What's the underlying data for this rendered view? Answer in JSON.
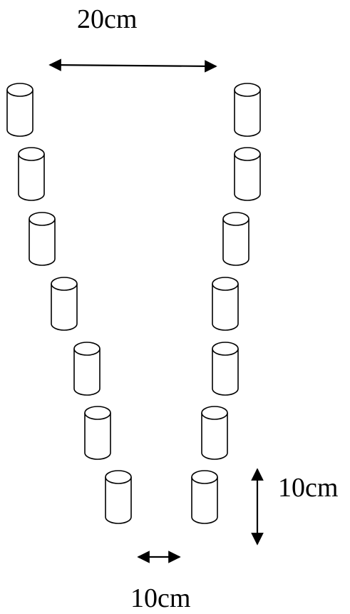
{
  "labels": {
    "top_width": "20cm",
    "vertical_spacing": "10cm",
    "bottom_width": "10cm"
  },
  "diagram": {
    "cylinders_per_side": 7,
    "stroke_color": "#000000",
    "fill_color": "#ffffff"
  }
}
